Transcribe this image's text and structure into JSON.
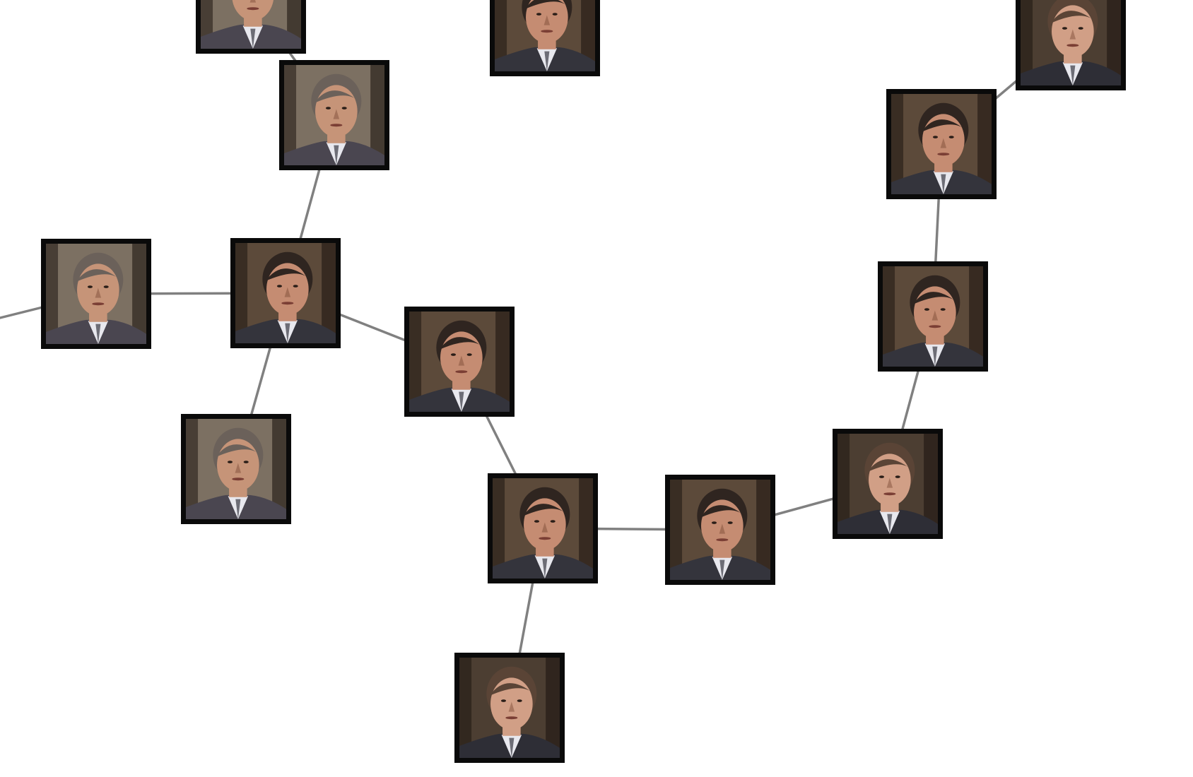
{
  "graph": {
    "edge_color": "#808080",
    "frame_color": "#0a0a0a",
    "portraits": {
      "a": {
        "icon": "bald-man-portrait-icon",
        "wall": "#7c7062",
        "hair": "#6b615a",
        "face": "#c69478",
        "jacket": "#4a4650"
      },
      "b": {
        "icon": "dark-haired-man-portrait-icon",
        "wall": "#5c4a3a",
        "hair": "#2f2520",
        "face": "#c58c72",
        "jacket": "#34343c"
      },
      "c": {
        "icon": "brown-haired-man-portrait-icon",
        "wall": "#4c3e32",
        "hair": "#5a4436",
        "face": "#d19f86",
        "jacket": "#2e2e36"
      }
    },
    "nodes": [
      {
        "id": "n1",
        "portrait": "a"
      },
      {
        "id": "n2",
        "portrait": "b"
      },
      {
        "id": "n3",
        "portrait": "c"
      },
      {
        "id": "n4",
        "portrait": "a"
      },
      {
        "id": "n5",
        "portrait": "b"
      },
      {
        "id": "n6",
        "portrait": "a"
      },
      {
        "id": "n7",
        "portrait": "b"
      },
      {
        "id": "n8",
        "portrait": "a"
      },
      {
        "id": "n9",
        "portrait": "b"
      },
      {
        "id": "n10",
        "portrait": "b"
      },
      {
        "id": "n11",
        "portrait": "b"
      },
      {
        "id": "n12",
        "portrait": "c"
      },
      {
        "id": "n13",
        "portrait": "b"
      },
      {
        "id": "n14",
        "portrait": "b"
      },
      {
        "id": "n15",
        "portrait": "c"
      }
    ],
    "edges": [
      [
        "n1",
        "n4"
      ],
      [
        "n4",
        "n5"
      ],
      [
        "n6",
        "n5"
      ],
      [
        "n5",
        "n8"
      ],
      [
        "n5",
        "n7"
      ],
      [
        "n7",
        "n9"
      ],
      [
        "n9",
        "n10"
      ],
      [
        "n9",
        "n15"
      ],
      [
        "n10",
        "n12"
      ],
      [
        "n12",
        "n13"
      ],
      [
        "n13",
        "n14"
      ],
      [
        "n14",
        "n3"
      ],
      [
        "offscreen-left",
        "n6"
      ]
    ]
  }
}
